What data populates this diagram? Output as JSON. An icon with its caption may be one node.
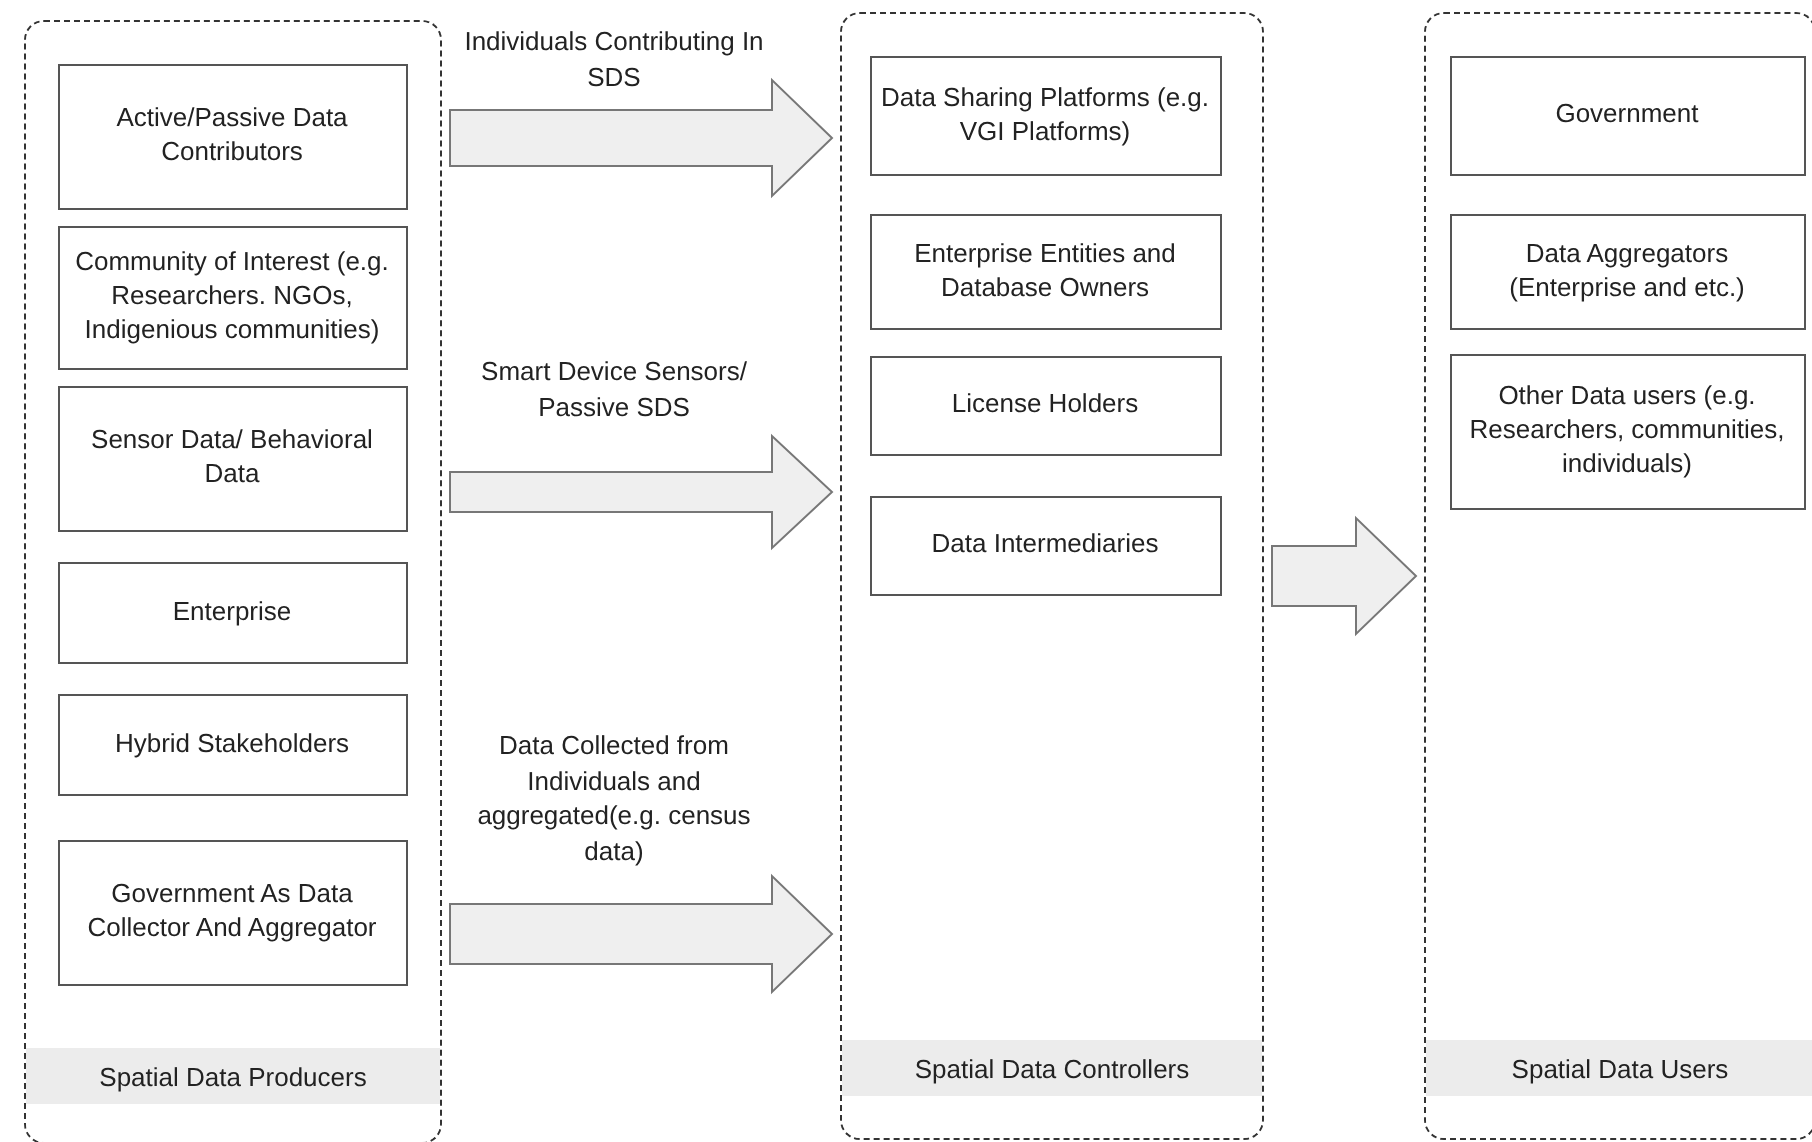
{
  "diagram": {
    "nodes": [
      {
        "text": [
          "Spatial Data Producers"
        ]
      },
      {
        "text": [
          "Active/Passive Data Contributors"
        ],
        "in": 0
      },
      {
        "text": [
          "Community of Interest (e.g. Researchers. NGOs, Indigenious communities)"
        ],
        "in": 0
      },
      {
        "text": [
          "Sensor Data/ Behavioral Data"
        ],
        "in": 0
      },
      {
        "text": [
          "Enterprise"
        ],
        "in": 0
      },
      {
        "text": [
          "Hybrid Stakeholders"
        ],
        "in": 0
      },
      {
        "text": [
          "Government As Data Collector And Aggregator"
        ],
        "in": 0
      },
      {
        "text": [
          "Spatial Data Controllers"
        ]
      },
      {
        "text": [
          "Data Sharing Platforms (e.g. VGI Platforms)"
        ],
        "in": 7
      },
      {
        "text": [
          "Enterprise Entities and Database Owners"
        ],
        "in": 7
      },
      {
        "text": [
          "License Holders"
        ],
        "in": 7
      },
      {
        "text": [
          "Data Intermediaries"
        ],
        "in": 7
      },
      {
        "text": [
          "Spatial Data Users"
        ]
      },
      {
        "text": [
          "Government"
        ],
        "in": 12
      },
      {
        "text": [
          "Data Aggregators (Enterprise and etc.)"
        ],
        "in": 12
      },
      {
        "text": [
          "Other Data users (e.g. Researchers, communities, individuals)"
        ],
        "in": 12
      }
    ],
    "edges": [
      {
        "from": 0,
        "to": 7,
        "arrow": "to",
        "label": "Individuals Contributing In SDS"
      },
      {
        "from": 0,
        "to": 7,
        "arrow": "to",
        "label": "Smart Device Sensors/ Passive SDS"
      },
      {
        "from": 0,
        "to": 7,
        "arrow": "to",
        "label": "Data Collected from Individuals and aggregated(e.g. census data)"
      },
      {
        "from": 7,
        "to": 12,
        "arrow": "to"
      }
    ]
  }
}
